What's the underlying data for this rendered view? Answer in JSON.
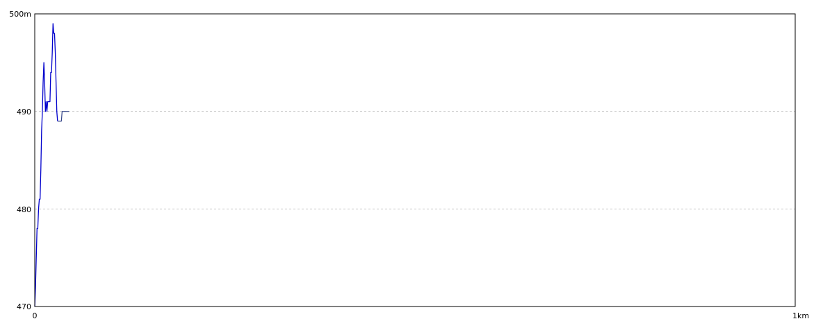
{
  "chart_data": {
    "type": "line",
    "title": "",
    "xlabel": "",
    "ylabel": "",
    "x_unit": "km",
    "y_unit": "m",
    "xlim": [
      0,
      1
    ],
    "ylim": [
      470,
      500
    ],
    "x_ticks": [
      {
        "value": 0,
        "label": "0"
      },
      {
        "value": 1,
        "label": "1km"
      }
    ],
    "y_ticks": [
      {
        "value": 470,
        "label": "470"
      },
      {
        "value": 480,
        "label": "480"
      },
      {
        "value": 490,
        "label": "490"
      },
      {
        "value": 500,
        "label": "500m"
      }
    ],
    "grid": {
      "horizontal_values": [
        480,
        490
      ],
      "style": "dashed"
    },
    "colors": {
      "line": "#0000cc",
      "line_tail": "#334488",
      "frame": "#000000",
      "grid": "#c8c8c8"
    },
    "series": [
      {
        "x": [
          0.0,
          0.001,
          0.002,
          0.003,
          0.004,
          0.005,
          0.006,
          0.007,
          0.008,
          0.009,
          0.01,
          0.011,
          0.012,
          0.013,
          0.014,
          0.015,
          0.016,
          0.017,
          0.018,
          0.019,
          0.02,
          0.021,
          0.022,
          0.023,
          0.024,
          0.025,
          0.026,
          0.027,
          0.028,
          0.029,
          0.03,
          0.031,
          0.032,
          0.033,
          0.034,
          0.035,
          0.036,
          0.037,
          0.038,
          0.039,
          0.04,
          0.041,
          0.042,
          0.043,
          0.044,
          0.045
        ],
        "y": [
          470,
          472,
          475,
          478,
          478,
          480,
          481,
          481,
          484,
          488,
          490,
          493,
          495,
          493,
          490,
          491,
          490,
          491,
          491,
          491,
          491,
          494,
          494,
          496,
          499,
          498,
          498,
          496,
          493,
          490,
          489,
          489,
          489,
          489,
          489,
          489,
          490,
          490,
          490,
          490,
          490,
          490,
          490,
          490,
          490,
          490
        ]
      }
    ]
  }
}
